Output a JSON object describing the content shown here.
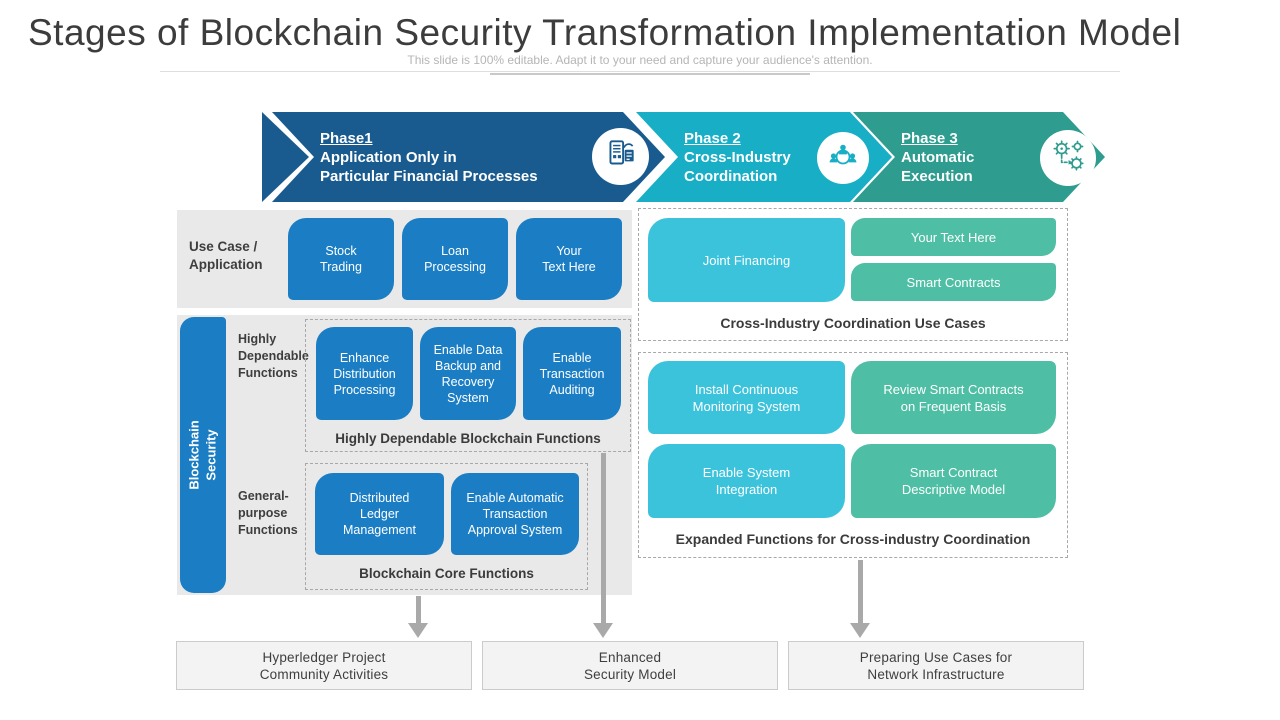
{
  "palette": {
    "phase1_blue": "#1a5b8f",
    "phase2_cyan": "#18aec6",
    "phase3_green": "#2e9c8e",
    "function_blue": "#1b7ec5",
    "box_cyan": "#3cc3dc",
    "box_green": "#4ebfa4",
    "panel_gray": "#e9e9e9",
    "connector_gray": "#a9a9a9"
  },
  "header": {
    "title": "Stages of Blockchain Security Transformation Implementation Model",
    "subtitle": "This slide is 100% editable. Adapt it to your need and capture your audience's attention."
  },
  "phases": [
    {
      "name": "Phase1",
      "desc_lines": [
        "Application Only in",
        "Particular Financial Processes"
      ],
      "color": "#1a5b8f",
      "icon": "invoice-icon"
    },
    {
      "name": "Phase 2",
      "desc_lines": [
        "Cross-Industry",
        "Coordination"
      ],
      "color": "#18aec6",
      "icon": "team-icon"
    },
    {
      "name": "Phase 3",
      "desc_lines": [
        "Automatic",
        "Execution"
      ],
      "color": "#2e9c8e",
      "icon": "gears-icon"
    }
  ],
  "use_case": {
    "label_lines": [
      "Use Case /",
      "Application"
    ],
    "boxes": [
      [
        "Stock",
        "Trading"
      ],
      [
        "Loan",
        "Processing"
      ],
      [
        "Your",
        "Text Here"
      ]
    ]
  },
  "security": {
    "bar_lines": [
      "Blockchain",
      "Security"
    ],
    "highly": {
      "label_lines": [
        "Highly",
        "Dependable",
        "Functions"
      ],
      "boxes": [
        [
          "Enhance",
          "Distribution",
          "Processing"
        ],
        [
          "Enable Data",
          "Backup and",
          "Recovery",
          "System"
        ],
        [
          "Enable",
          "Transaction",
          "Auditing"
        ]
      ],
      "caption": "Highly Dependable Blockchain Functions"
    },
    "general": {
      "label_lines": [
        "General-",
        "purpose",
        "Functions"
      ],
      "boxes": [
        [
          "Distributed",
          "Ledger",
          "Management"
        ],
        [
          "Enable Automatic",
          "Transaction",
          "Approval System"
        ]
      ],
      "caption": "Blockchain Core Functions"
    }
  },
  "right": {
    "use_cases": {
      "boxes": [
        [
          "Joint Financing"
        ],
        [
          "Your Text Here"
        ],
        [
          "Smart Contracts"
        ]
      ],
      "caption": "Cross-Industry Coordination Use Cases"
    },
    "expanded": {
      "boxes": [
        [
          "Install Continuous",
          "Monitoring System"
        ],
        [
          "Review Smart Contracts",
          "on Frequent Basis"
        ],
        [
          "Enable System",
          "Integration"
        ],
        [
          "Smart Contract",
          "Descriptive Model"
        ]
      ],
      "caption": "Expanded Functions for Cross-industry Coordination"
    }
  },
  "outcomes": [
    [
      "Hyperledger Project",
      "Community Activities"
    ],
    [
      "Enhanced",
      "Security Model"
    ],
    [
      "Preparing Use Cases for",
      "Network Infrastructure"
    ]
  ]
}
